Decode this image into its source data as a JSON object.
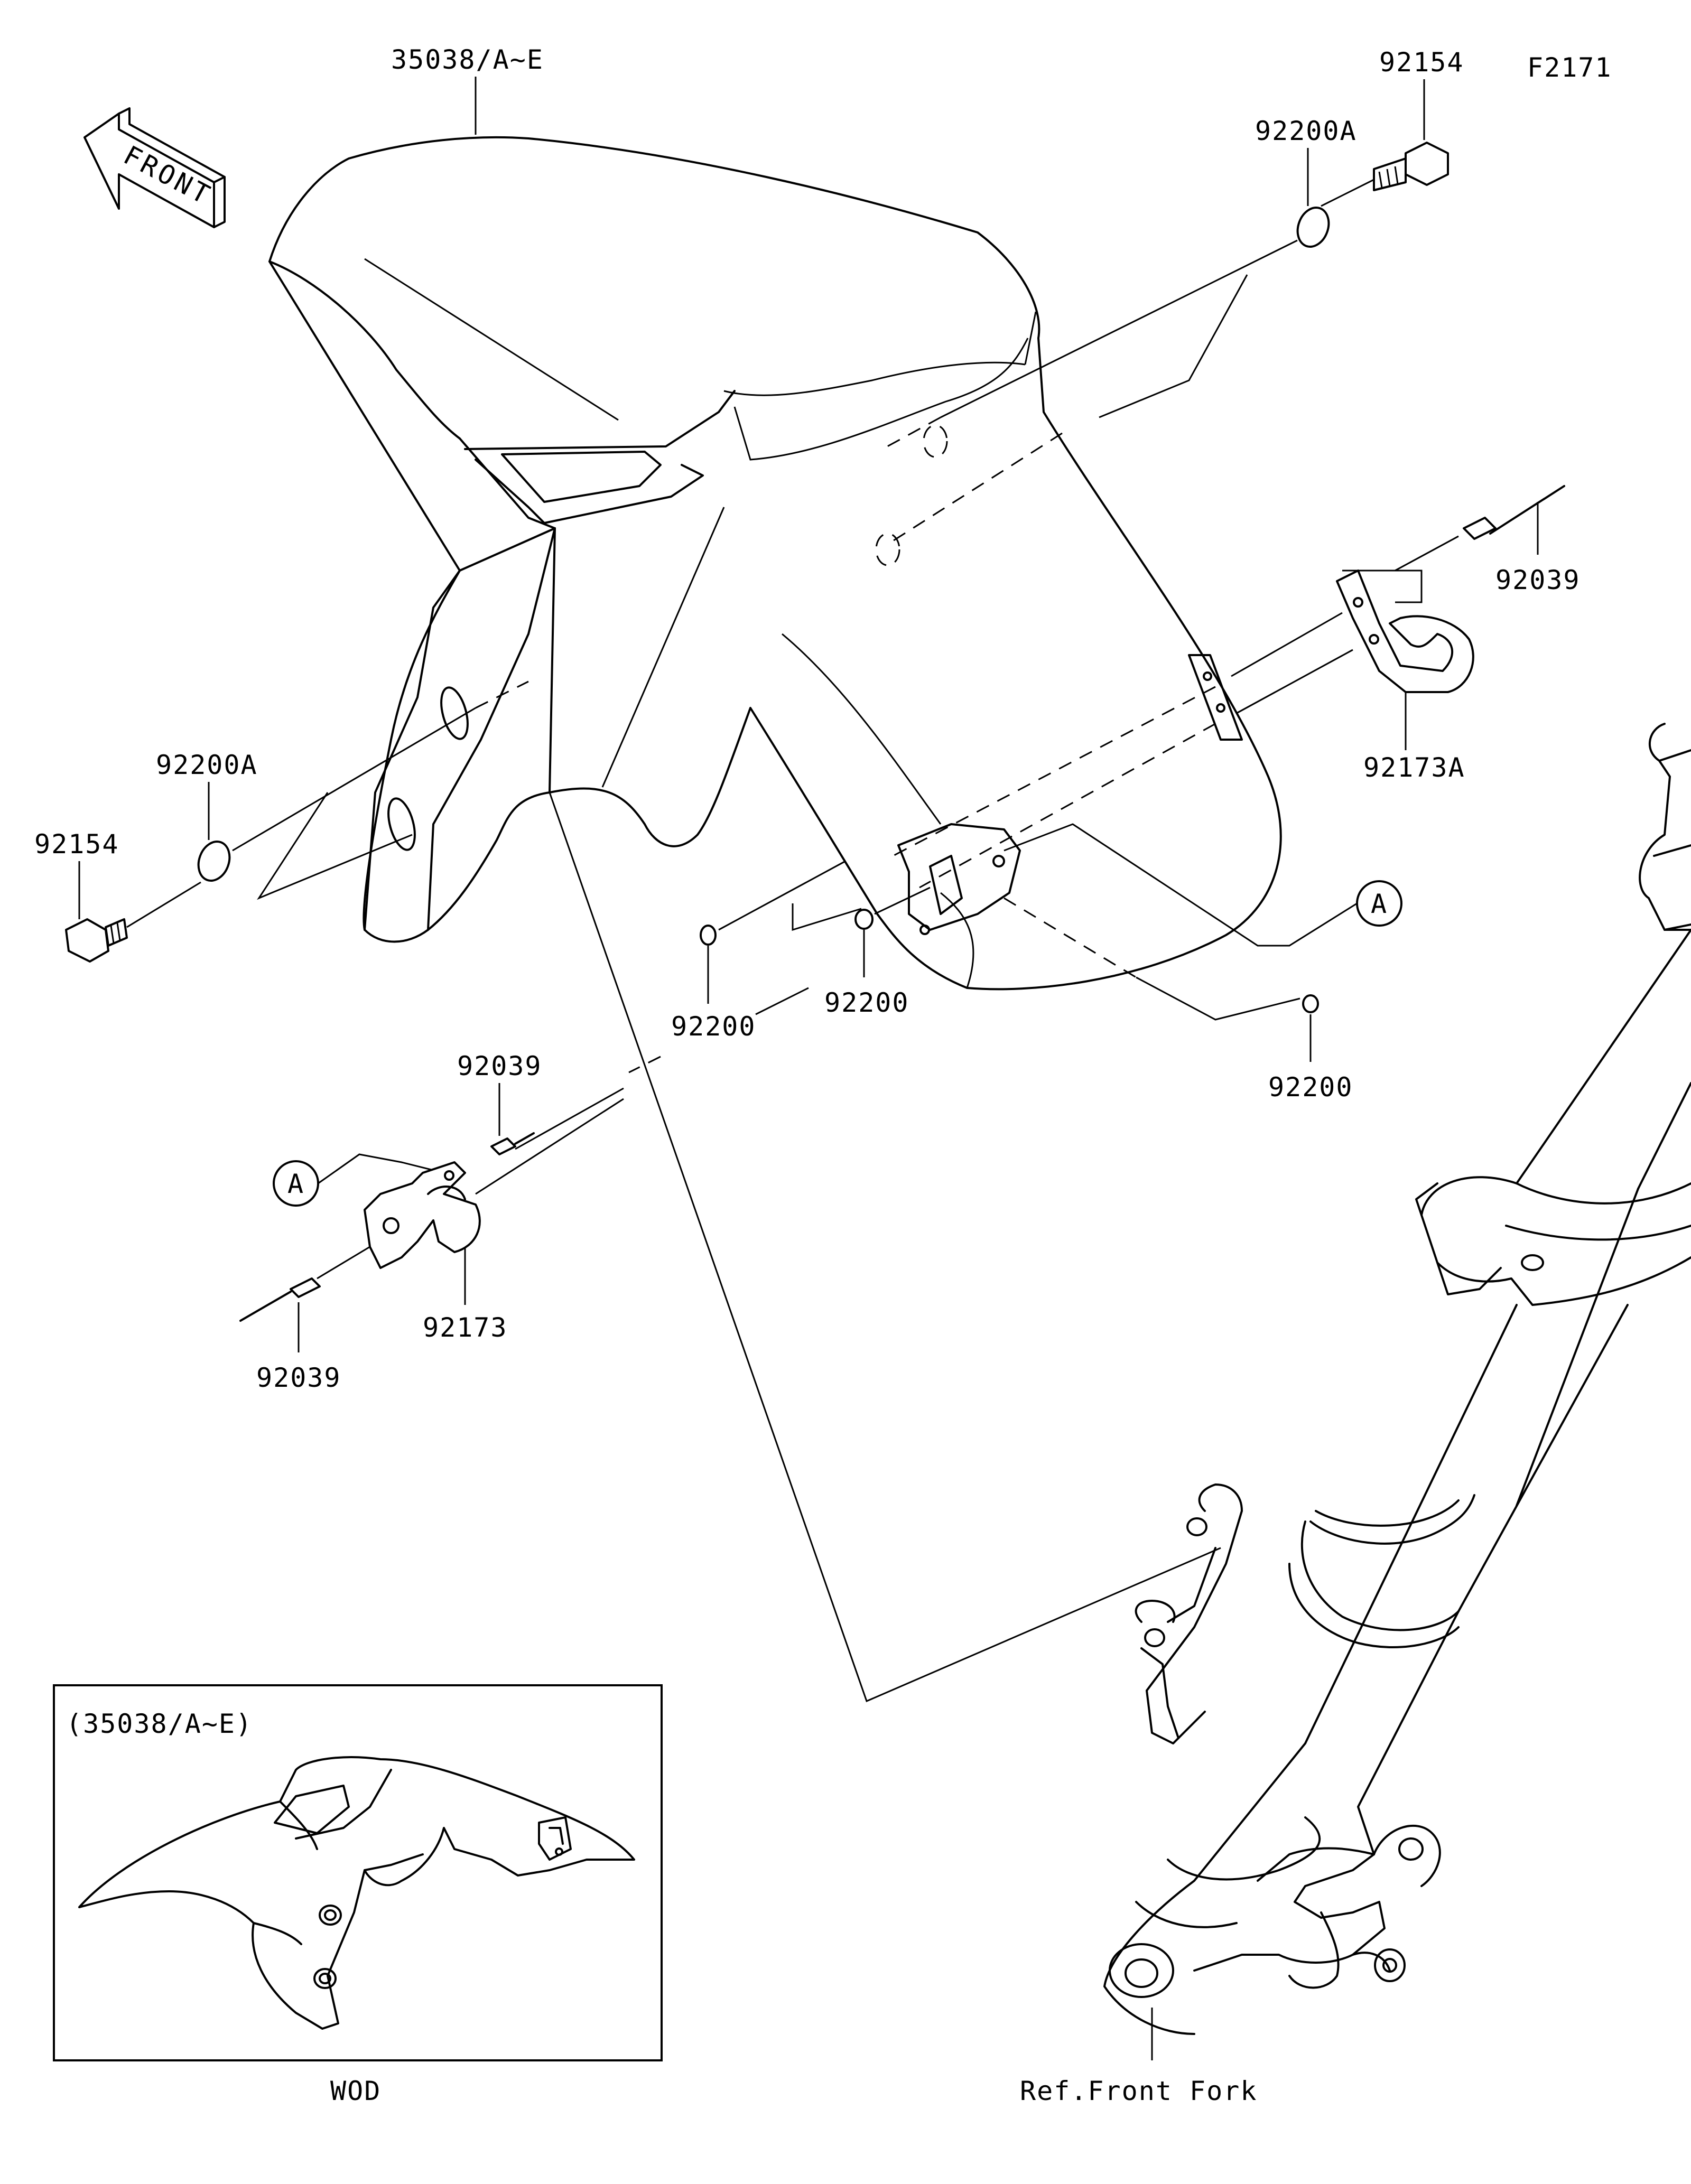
{
  "figure_id": "F2171",
  "front_arrow_label": "FRONT",
  "parts": {
    "fender": "35038/A~E",
    "bolt_top": "92154",
    "bolt_left": "92154",
    "washer_top": "92200A",
    "washer_left": "92200A",
    "rivet_right": "92039",
    "rivet_upper_left": "92039",
    "rivet_lower_left": "92039",
    "clamp_right": "92173A",
    "clamp_left": "92173",
    "washer_small_1": "92200",
    "washer_small_2": "92200",
    "washer_small_3": "92200"
  },
  "ref_a_right": "A",
  "ref_a_left": "A",
  "inset": {
    "title": "(35038/A~E)",
    "caption": "WOD"
  },
  "ref_front_fork": "Ref.Front Fork"
}
